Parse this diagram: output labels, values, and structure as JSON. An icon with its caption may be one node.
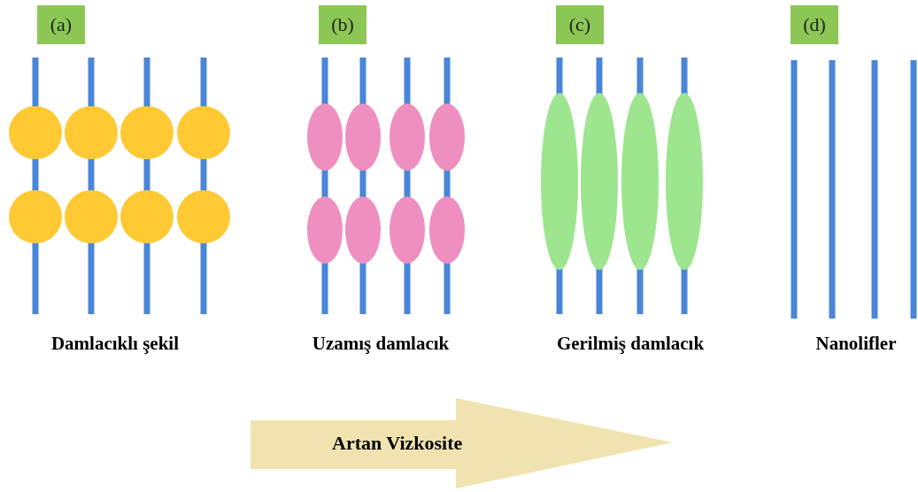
{
  "diagram": {
    "nodes": [
      {
        "text": [
          "(a)"
        ]
      },
      {
        "text": [
          "(b)"
        ]
      },
      {
        "text": [
          "(c)"
        ]
      },
      {
        "text": [
          "(d)"
        ]
      },
      {
        "text": [
          "Artan Vizkosite"
        ]
      }
    ],
    "labels": [
      "Damlacıklı şekil",
      "Uzamış damlacık",
      "Gerilmiş damlacık",
      "Nanolifler"
    ]
  }
}
